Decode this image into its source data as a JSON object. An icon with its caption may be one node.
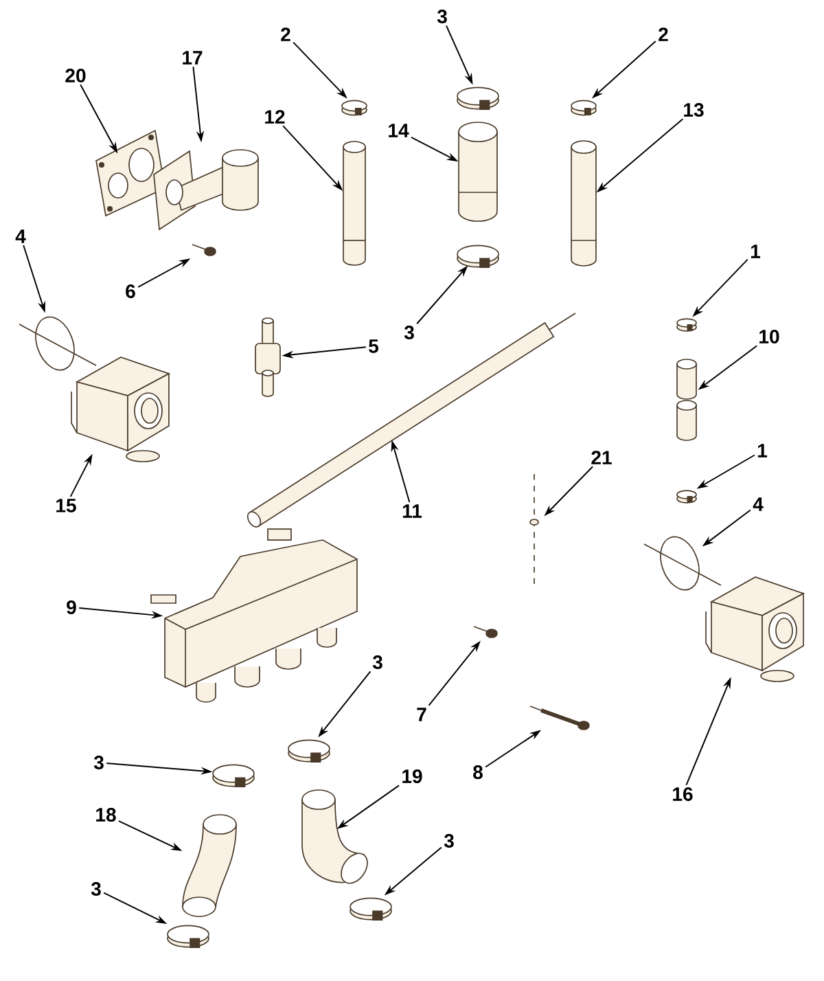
{
  "diagram": {
    "nodes": [
      {
        "text": [
          "20"
        ]
      },
      {
        "text": [
          "17"
        ]
      },
      {
        "text": [
          "2"
        ]
      },
      {
        "text": [
          "3"
        ]
      },
      {
        "text": [
          "2"
        ]
      },
      {
        "text": [
          "12"
        ]
      },
      {
        "text": [
          "14"
        ]
      },
      {
        "text": [
          "13"
        ]
      },
      {
        "text": [
          "4"
        ]
      },
      {
        "text": [
          "6"
        ]
      },
      {
        "text": [
          "3"
        ]
      },
      {
        "text": [
          "5"
        ]
      },
      {
        "text": [
          "1"
        ]
      },
      {
        "text": [
          "10"
        ]
      },
      {
        "text": [
          "15"
        ]
      },
      {
        "text": [
          "11"
        ]
      },
      {
        "text": [
          "21"
        ]
      },
      {
        "text": [
          "1"
        ]
      },
      {
        "text": [
          "4"
        ]
      },
      {
        "text": [
          "9"
        ]
      },
      {
        "text": [
          "3"
        ]
      },
      {
        "text": [
          "7"
        ]
      },
      {
        "text": [
          "3"
        ]
      },
      {
        "text": [
          "8"
        ]
      },
      {
        "text": [
          "16"
        ]
      },
      {
        "text": [
          "19"
        ]
      },
      {
        "text": [
          "18"
        ]
      },
      {
        "text": [
          "3"
        ]
      },
      {
        "text": [
          "3"
        ]
      },
      {
        "text": [],
        "shape": "picture"
      },
      {
        "text": [],
        "shape": "picture"
      },
      {
        "text": [],
        "shape": "picture"
      },
      {
        "text": [],
        "shape": "picture"
      },
      {
        "text": [],
        "shape": "picture"
      },
      {
        "text": [],
        "shape": "picture"
      },
      {
        "text": [],
        "shape": "picture"
      },
      {
        "text": [],
        "shape": "picture"
      },
      {
        "text": [],
        "shape": "picture"
      },
      {
        "text": [],
        "shape": "picture"
      },
      {
        "text": [],
        "shape": "picture"
      },
      {
        "text": [],
        "shape": "picture"
      },
      {
        "text": [],
        "shape": "picture"
      },
      {
        "text": [],
        "shape": "picture"
      },
      {
        "text": [],
        "shape": "picture"
      },
      {
        "text": [],
        "shape": "picture"
      },
      {
        "text": [],
        "shape": "picture"
      },
      {
        "text": [],
        "shape": "picture"
      },
      {
        "text": [],
        "shape": "picture"
      },
      {
        "text": [],
        "shape": "picture"
      },
      {
        "text": [],
        "shape": "picture"
      },
      {
        "text": [],
        "shape": "picture"
      },
      {
        "text": [],
        "shape": "picture"
      },
      {
        "text": [],
        "shape": "picture"
      },
      {
        "text": [],
        "shape": "picture"
      },
      {
        "text": [],
        "shape": "picture"
      },
      {
        "text": [],
        "shape": "picture"
      },
      {
        "text": [],
        "shape": "picture"
      },
      {
        "text": [],
        "shape": "picture"
      }
    ],
    "edges": [
      {
        "from": 0,
        "to": 29,
        "arrow": "to"
      },
      {
        "from": 1,
        "to": 30,
        "arrow": "to"
      },
      {
        "from": 2,
        "to": 32,
        "arrow": "to"
      },
      {
        "from": 3,
        "to": 34,
        "arrow": "to"
      },
      {
        "from": 4,
        "to": 37,
        "arrow": "to"
      },
      {
        "from": 5,
        "to": 33,
        "arrow": "to"
      },
      {
        "from": 6,
        "to": 35,
        "arrow": "to"
      },
      {
        "from": 7,
        "to": 38,
        "arrow": "to"
      },
      {
        "from": 8,
        "to": 39,
        "arrow": "to"
      },
      {
        "from": 9,
        "to": 31,
        "arrow": "to"
      },
      {
        "from": 10,
        "to": 36,
        "arrow": "to"
      },
      {
        "from": 11,
        "to": 41,
        "arrow": "to"
      },
      {
        "from": 12,
        "to": 43,
        "arrow": "to"
      },
      {
        "from": 13,
        "to": 44,
        "arrow": "to"
      },
      {
        "from": 14,
        "to": 40,
        "arrow": "to"
      },
      {
        "from": 15,
        "to": 42,
        "arrow": "to"
      },
      {
        "from": 16,
        "to": 48,
        "arrow": "to"
      },
      {
        "from": 17,
        "to": 45,
        "arrow": "to"
      },
      {
        "from": 18,
        "to": 46,
        "arrow": "to"
      },
      {
        "from": 19,
        "to": 49,
        "arrow": "to"
      },
      {
        "from": 20,
        "to": 51,
        "arrow": "to"
      },
      {
        "from": 21,
        "to": 50,
        "arrow": "to"
      },
      {
        "from": 22,
        "to": 52,
        "arrow": "to"
      },
      {
        "from": 23,
        "to": 53,
        "arrow": "to"
      },
      {
        "from": 24,
        "to": 47,
        "arrow": "to"
      },
      {
        "from": 25,
        "to": 54,
        "arrow": "to"
      },
      {
        "from": 26,
        "to": 55,
        "arrow": "to"
      },
      {
        "from": 27,
        "to": 56,
        "arrow": "to"
      },
      {
        "from": 28,
        "to": 57,
        "arrow": "to"
      }
    ]
  }
}
